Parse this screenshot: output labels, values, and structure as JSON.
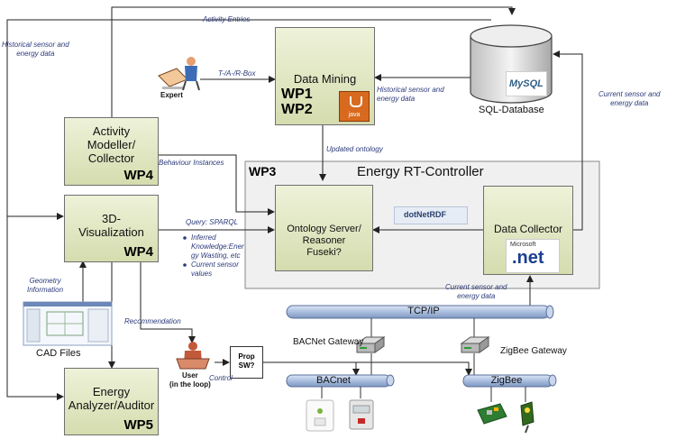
{
  "boxes": {
    "data_mining": {
      "title": "Data Mining",
      "wp": "WP1\nWP2"
    },
    "activity_modeller": {
      "title": "Activity\nModeller/\nCollector",
      "wp": "WP4"
    },
    "visualization": {
      "title": "3D-\nVisualization",
      "wp": "WP4"
    },
    "energy_analyzer": {
      "title": "Energy\nAnalyzer/Auditor",
      "wp": "WP5"
    },
    "ontology_server": {
      "title": "Ontology Server/\nReasoner\nFuseki?"
    },
    "data_collector": {
      "title": "Data Collector"
    }
  },
  "rt_controller": {
    "wp": "WP3",
    "title": "Energy RT-Controller"
  },
  "database": {
    "label": "SQL-Database",
    "logo": "MySQL"
  },
  "logos": {
    "java": "java",
    "dotnetrdf": "dotNetRDF",
    "net_brand": "Microsoft",
    "net_text": ".net"
  },
  "actors": {
    "expert": "Expert",
    "user": "User\n(in the loop)",
    "cad": "CAD Files",
    "prop": "Prop\nSW?"
  },
  "buses": {
    "tcpip": "TCP/IP",
    "bacnet": "BACnet",
    "zigbee": "ZigBee"
  },
  "gateways": {
    "bacnet": "BACNet Gateway",
    "zigbee": "ZigBee Gateway"
  },
  "labels": {
    "activity_entries": "Activity Entries",
    "historical_left": "Historical sensor and\nenergy data",
    "tabox": "T-/A-/R-Box",
    "historical_mid": "Historical sensor and\nenergy data",
    "current_right": "Current sensor and\nenergy data",
    "updated_ontology": "Updated ontology",
    "behaviour": "Behaviour Instances",
    "query": "Query: SPARQL",
    "inferred": "Inferred\nKnowledge:Ener\ngy Wasting, etc",
    "current_values": "Current sensor\nvalues",
    "geometry": "Geometry\nInformation",
    "recommendation": "Recommendation",
    "control": "Control",
    "current_bottom": "Current sensor and\nenergy data"
  },
  "colors": {
    "box_fill": "#dde3b8",
    "label_text": "#2b3a7a",
    "bus": "#9fb4d6",
    "panel": "#f0f0f0",
    "java": "#d86a1f"
  }
}
